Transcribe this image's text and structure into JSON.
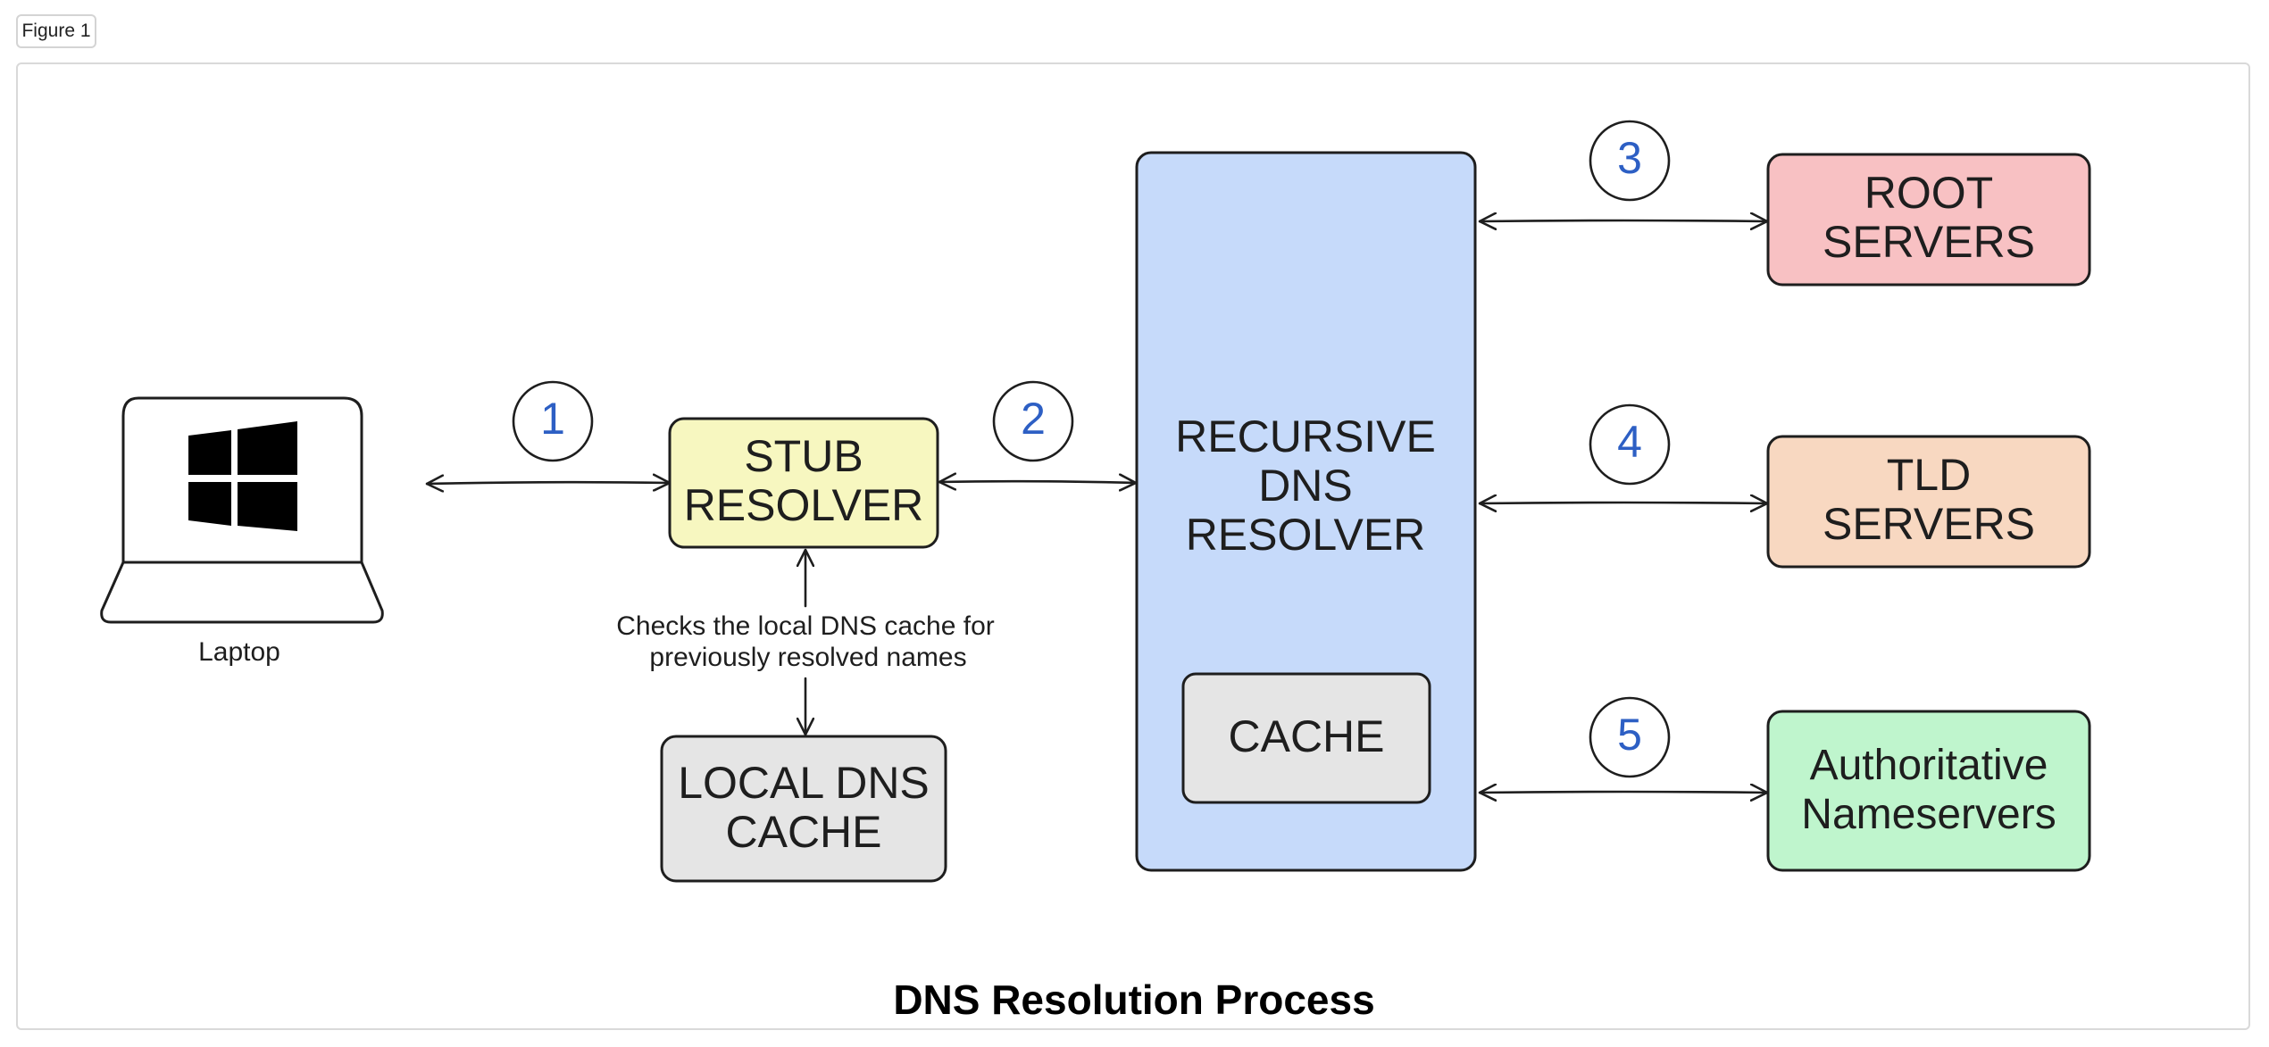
{
  "figure_tag": "Figure 1",
  "title": "DNS Resolution Process",
  "laptop": {
    "label": "Laptop",
    "icon": "windows-logo-icon"
  },
  "boxes": {
    "stub_resolver": {
      "line1": "STUB",
      "line2": "RESOLVER",
      "color": "#f7f7c0"
    },
    "local_dns_cache": {
      "line1": "LOCAL DNS",
      "line2": "CACHE",
      "color": "#e5e5e5"
    },
    "recursive_resolver": {
      "line1": "RECURSIVE",
      "line2": "DNS",
      "line3": "RESOLVER",
      "color": "#c6dafa"
    },
    "cache": {
      "line1": "CACHE",
      "color": "#e5e5e5"
    },
    "root_servers": {
      "line1": "ROOT",
      "line2": "SERVERS",
      "color": "#f8c1c3"
    },
    "tld_servers": {
      "line1": "TLD",
      "line2": "SERVERS",
      "color": "#f8d8c1"
    },
    "authoritative": {
      "line1": "Authoritative",
      "line2": "Nameservers",
      "color": "#bff5cd"
    }
  },
  "note": {
    "line1": "Checks the local DNS cache for",
    "line2": "previously resolved names"
  },
  "steps": [
    "1",
    "2",
    "3",
    "4",
    "5"
  ],
  "step_color": "#2d5fc4"
}
